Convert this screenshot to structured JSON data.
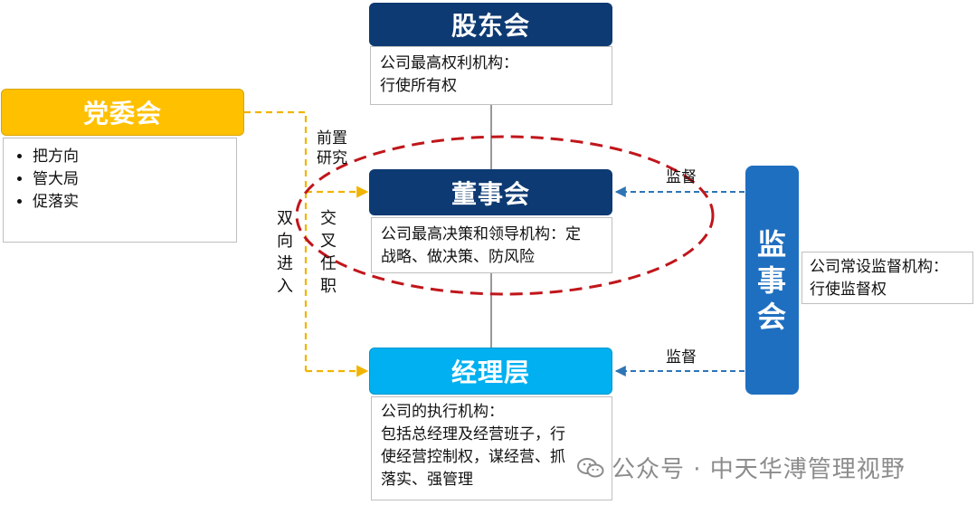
{
  "shareholders": {
    "title": "股东会",
    "desc_lines": [
      "公司最高权利机构：",
      "行使所有权"
    ]
  },
  "party": {
    "title": "党委会",
    "bullets": [
      "把方向",
      "管大局",
      "促落实"
    ]
  },
  "board": {
    "title": "董事会",
    "desc_lines": [
      "公司最高决策和领导机构：定",
      "战略、做决策、防风险"
    ]
  },
  "supervisors": {
    "title_chars": [
      "监",
      "事",
      "会"
    ],
    "desc_lines": [
      "公司常设监督机构：",
      "行使监督权"
    ]
  },
  "management": {
    "title": "经理层",
    "desc_lines": [
      "公司的执行机构：",
      "包括总经理及经营班子，行",
      "使经营控制权，谋经营、抓",
      "落实、强管理"
    ]
  },
  "labels": {
    "pre_research": [
      "前置",
      "研究"
    ],
    "two_way": [
      "双",
      "向",
      "进",
      "入"
    ],
    "cross_office": [
      "交",
      "叉",
      "任",
      "职"
    ],
    "supervise_board": "监督",
    "supervise_mgmt": "监督"
  },
  "watermark": "公众号 · 中天华溥管理视野",
  "colors": {
    "dark_navy": "#0d3a72",
    "party_gold": "#ffc000",
    "light_blue": "#00b0f0",
    "supervisor_blue": "#1f6fc0",
    "dashed_gold": "#f0b400",
    "dashed_blue": "#2e75b6",
    "ellipse_red": "#c0161b"
  }
}
